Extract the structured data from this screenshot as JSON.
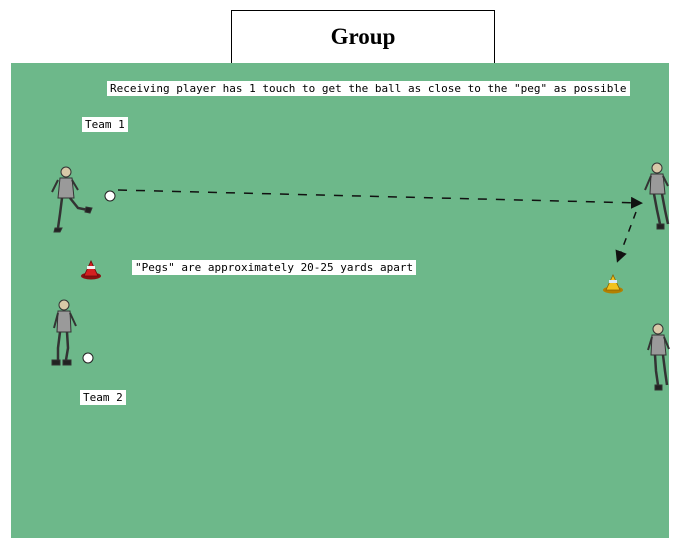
{
  "title": "Group",
  "labels": {
    "instruction": "Receiving player has 1 touch to get the ball as close to the \"peg\"  as possible",
    "team1": "Team 1",
    "pegs": "\"Pegs\" are approximately 20-25 yards apart",
    "team2": "Team 2"
  },
  "colors": {
    "field": "#6db88a",
    "cone_left": "#cc2222",
    "cone_right": "#e8b81c"
  }
}
